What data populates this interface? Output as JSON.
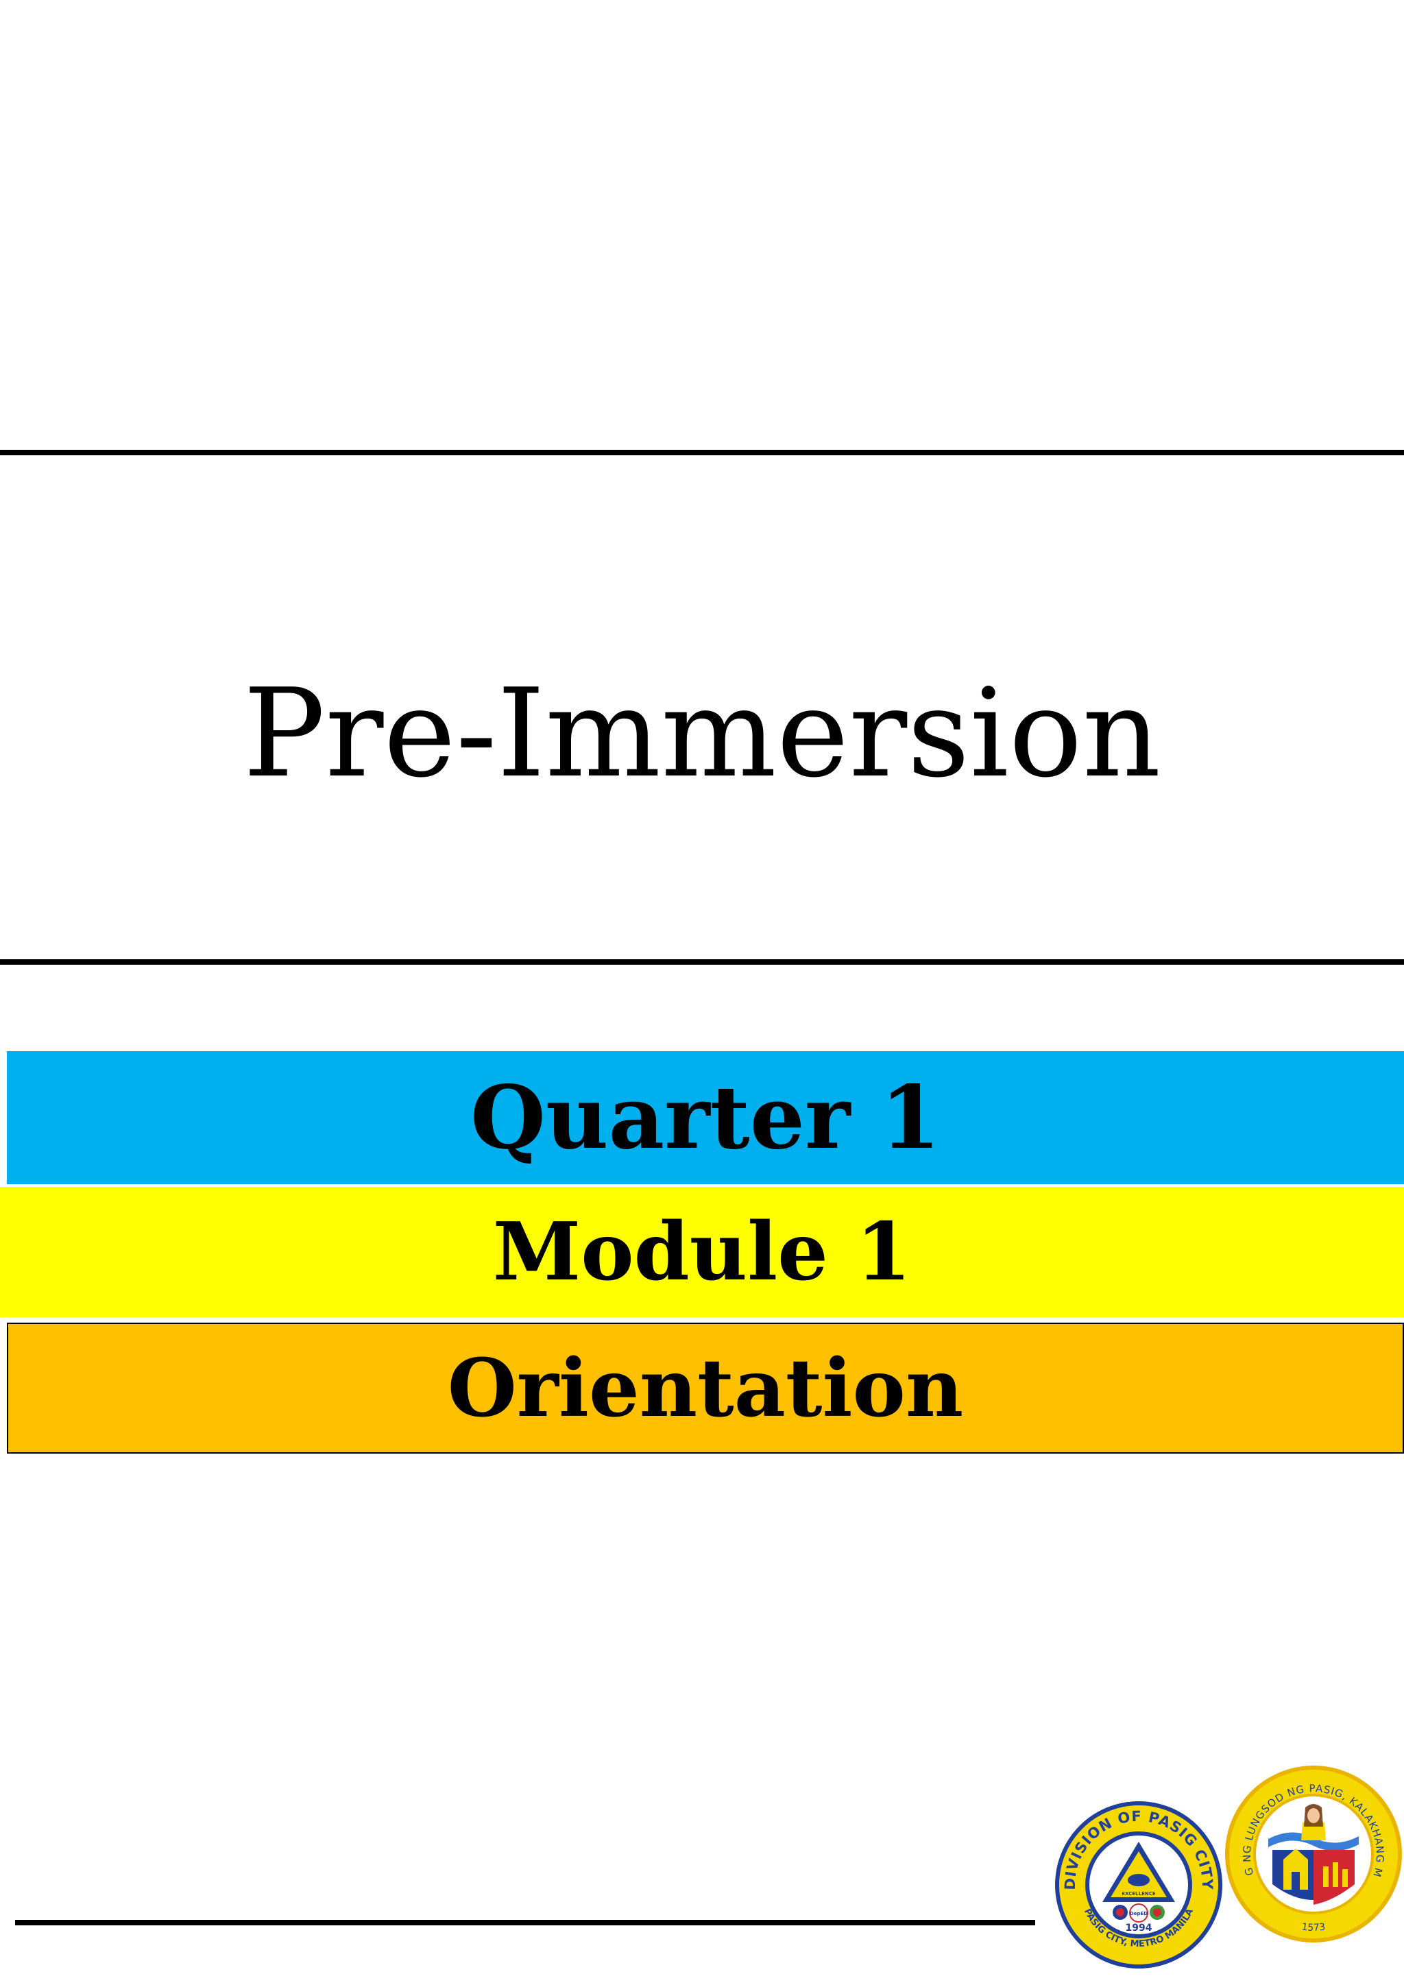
{
  "document": {
    "title": "Pre-Immersion",
    "quarter": "Quarter 1",
    "module": "Module 1",
    "topic": "Orientation"
  },
  "seals": {
    "division": {
      "ring_text": "DIVISION OF PASIG CITY",
      "bottom_text": "PASIG CITY, METRO MANILA",
      "year": "1994",
      "motto": "EXCELLENCE",
      "badge": "DepED"
    },
    "city": {
      "ring_text": "SAGISAG NG LUNGSOD NG PASIG, KALAKHANG MAYNILA",
      "year": "1573"
    }
  },
  "colors": {
    "quarter_band": "#00b0ee",
    "module_band": "#ffff00",
    "topic_band": "#ffc000",
    "rules": "#000000",
    "seal_yellow": "#f5d800",
    "seal_blue": "#1f3f9a",
    "seal_red": "#d22630"
  }
}
